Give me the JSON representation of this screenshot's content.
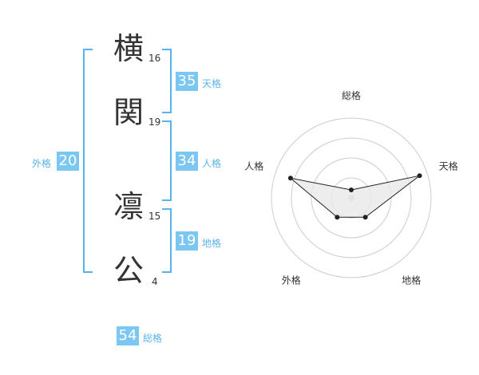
{
  "name": {
    "chars": [
      "横",
      "関",
      "凛",
      "公"
    ],
    "strokes": [
      "16",
      "19",
      "15",
      "4"
    ]
  },
  "fortunes": {
    "tenkaku": {
      "value": "35",
      "label": "天格"
    },
    "jinkaku": {
      "value": "34",
      "label": "人格"
    },
    "chikaku": {
      "value": "19",
      "label": "地格"
    },
    "gaikaku": {
      "value": "20",
      "label": "外格"
    },
    "soukaku": {
      "value": "54",
      "label": "総格"
    }
  },
  "chart_data": {
    "type": "radar",
    "axes": [
      "総格",
      "天格",
      "地格",
      "外格",
      "人格"
    ],
    "values": [
      0.1,
      0.9,
      0.3,
      0.3,
      0.8
    ],
    "rings": 4,
    "colors": {
      "fill": "#e8e8e8",
      "line": "#222222",
      "grid": "#cccccc",
      "center": "#cccccc"
    }
  },
  "colors": {
    "accent": "#7cc7f2",
    "accent_text": "#58b4e8"
  }
}
